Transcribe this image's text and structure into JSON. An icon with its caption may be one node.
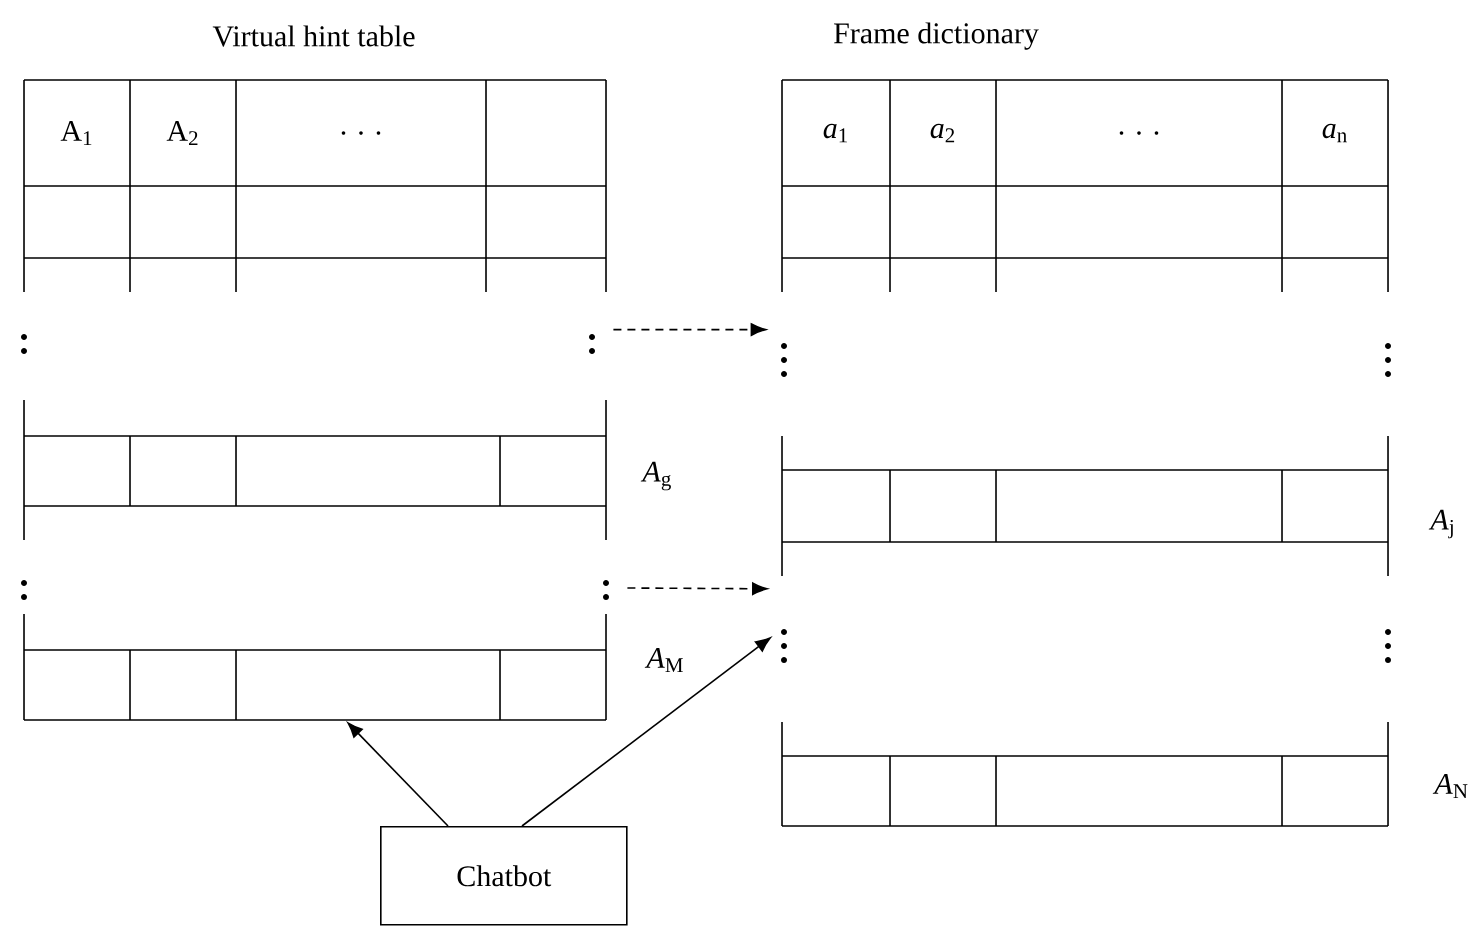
{
  "diagram": {
    "nodes": [
      {
        "text": [
          "Virtual hint table",
          "A$_{1}$",
          "A$_{2}$",
          ". . ."
        ]
      },
      {
        "text": [
          "Frame dictionary",
          "*a*$_{1}$",
          "*a*$_{2}$",
          ". . .",
          "*a*$_{n}$"
        ]
      },
      {
        "text": [],
        "shape": "dots"
      },
      {
        "text": [],
        "shape": "dots"
      },
      {
        "text": [
          "*A*$_{g}$"
        ]
      },
      {
        "text": [
          "*A*$_{j}$"
        ]
      },
      {
        "text": [],
        "shape": "dots"
      },
      {
        "text": [],
        "shape": "dots"
      },
      {
        "text": [
          "*A*$_{M}$"
        ]
      },
      {
        "text": [
          "*A*$_{N}$"
        ]
      },
      {
        "text": [
          "Chatbot"
        ]
      }
    ],
    "edges": [
      {
        "from": 2,
        "to": 3,
        "arrow": "to",
        "style": "dashed"
      },
      {
        "from": 6,
        "to": 5,
        "arrow": "to",
        "style": "dashed"
      },
      {
        "from": 10,
        "to": 8,
        "arrow": "to"
      },
      {
        "from": 10,
        "to": 7,
        "arrow": "to"
      }
    ]
  }
}
